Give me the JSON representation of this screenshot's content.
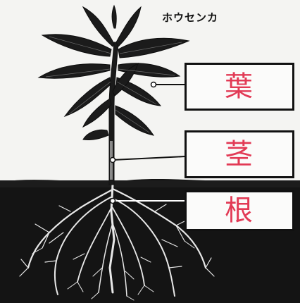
{
  "title": "ホウセンカ",
  "labels": {
    "leaf": "葉",
    "stem": "茎",
    "root": "根"
  },
  "colors": {
    "handwriting": "#e23a55",
    "ink": "#111111"
  }
}
